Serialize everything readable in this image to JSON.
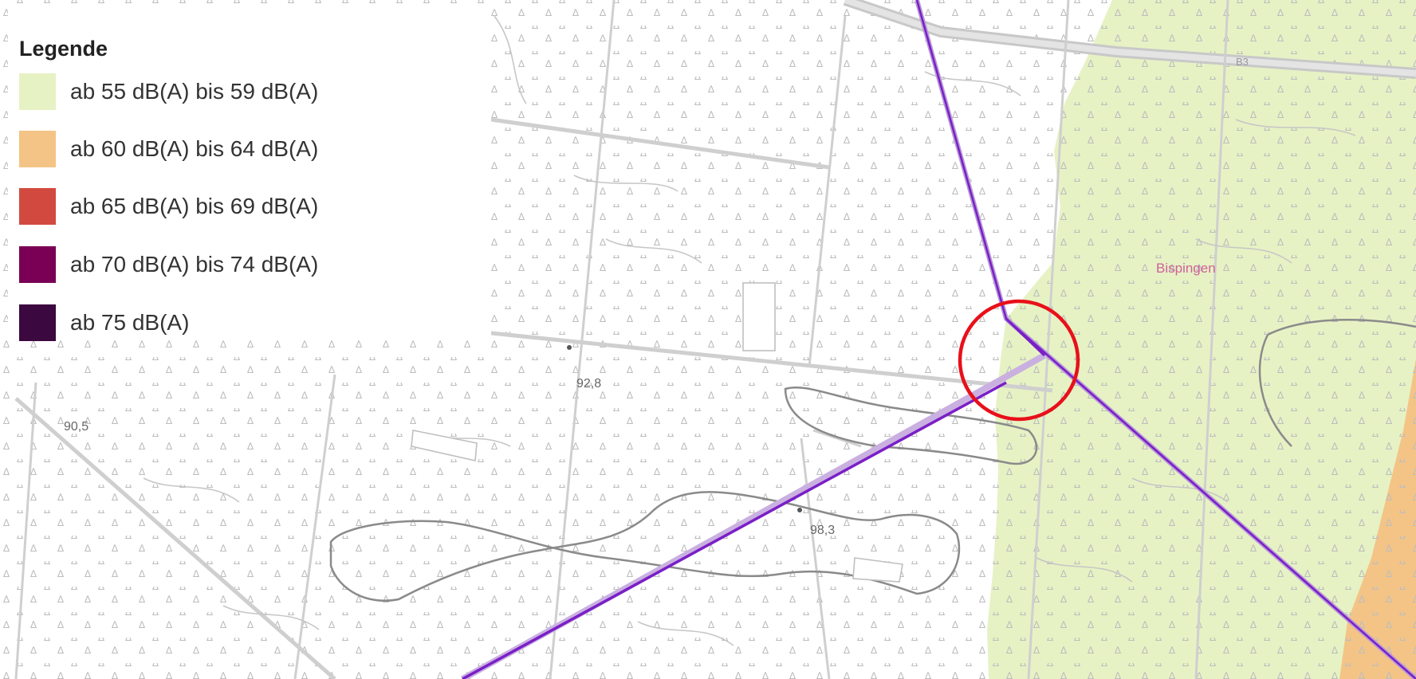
{
  "legend": {
    "title": "Legende",
    "items": [
      {
        "label": "ab 55 dB(A) bis 59 dB(A)",
        "color": "#e6f2c4"
      },
      {
        "label": "ab 60 dB(A) bis 64 dB(A)",
        "color": "#f4c486"
      },
      {
        "label": "ab 65 dB(A) bis 69 dB(A)",
        "color": "#d24a3f"
      },
      {
        "label": "ab 70 dB(A) bis 74 dB(A)",
        "color": "#790055"
      },
      {
        "label": "ab 75 dB(A)",
        "color": "#3c0840"
      }
    ]
  },
  "map_labels": {
    "town": "Bispingen",
    "road": "B3",
    "elev1": "92,8",
    "elev2": "98,3",
    "elev3": "90,5"
  },
  "colors": {
    "highlight_circle": "#e8101a",
    "rail_line": "#7a1fc7",
    "contour": "#8a8a8a",
    "road": "#cfcfcf"
  }
}
